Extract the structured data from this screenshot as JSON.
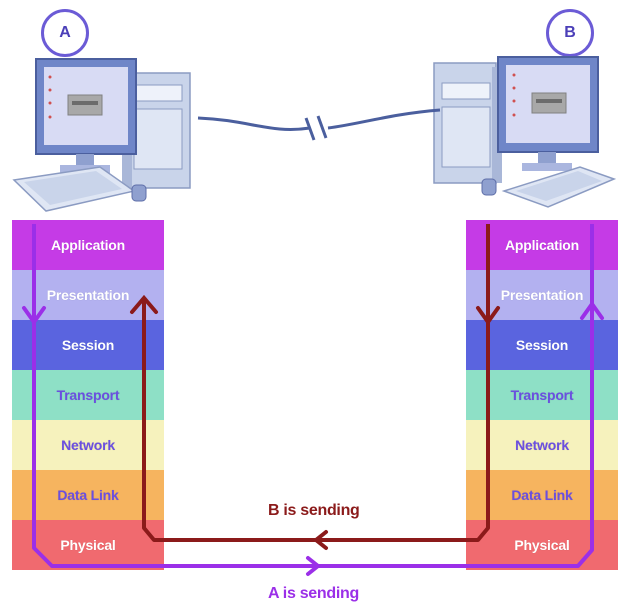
{
  "computers": [
    {
      "id": "A",
      "label": "A"
    },
    {
      "id": "B",
      "label": "B"
    }
  ],
  "layers": [
    {
      "name": "Application",
      "color": "#c53be6",
      "text_color": "#ffffff"
    },
    {
      "name": "Presentation",
      "color": "#b3b1f0",
      "text_color": "#ffffff"
    },
    {
      "name": "Session",
      "color": "#5a64df",
      "text_color": "#ffffff"
    },
    {
      "name": "Transport",
      "color": "#8ee0c6",
      "text_color": "#6b4fe0"
    },
    {
      "name": "Network",
      "color": "#f6f2bd",
      "text_color": "#6b4fe0"
    },
    {
      "name": "Data Link",
      "color": "#f6b45f",
      "text_color": "#6b4fe0"
    },
    {
      "name": "Physical",
      "color": "#f06a6f",
      "text_color": "#ffffff"
    }
  ],
  "flows": {
    "b_sending": {
      "label": "B is sending",
      "color": "#8b1a1a"
    },
    "a_sending": {
      "label": "A is sending",
      "color": "#9b2fe8"
    }
  }
}
